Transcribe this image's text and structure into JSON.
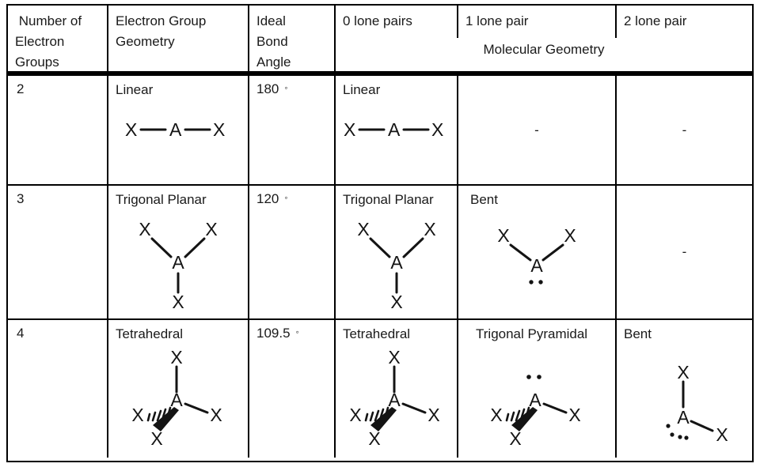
{
  "atoms": {
    "central": "A",
    "terminal": "X"
  },
  "degree_symbol": "◦",
  "dash": "-",
  "header": {
    "electron_groups": " Number of\nElectron\nGroups",
    "group_geometry": "Electron Group\nGeometry",
    "bond_angle": "Ideal\nBond\nAngle",
    "lp0": "0 lone pairs",
    "lp1": "1 lone pair",
    "lp2": "2 lone pair",
    "molecular_geometry": "Molecular Geometry"
  },
  "rows": [
    {
      "groups": "2",
      "electron_geometry": "Linear",
      "angle": "180",
      "mol_0lp": "Linear",
      "mol_1lp": "-",
      "mol_2lp": "-"
    },
    {
      "groups": "3",
      "electron_geometry": "Trigonal Planar",
      "angle": "120",
      "mol_0lp": "Trigonal Planar",
      "mol_1lp": "Bent",
      "mol_2lp": "-"
    },
    {
      "groups": "4",
      "electron_geometry": "Tetrahedral",
      "angle": "109.5",
      "mol_0lp": "Tetrahedral",
      "mol_1lp": "Trigonal Pyramidal",
      "mol_2lp": "Bent"
    }
  ]
}
